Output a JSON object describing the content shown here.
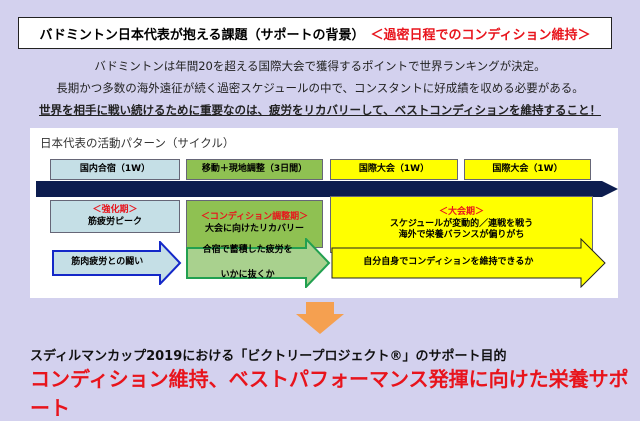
{
  "title": {
    "main": "バドミントン日本代表が抱える課題（サポートの背景）",
    "highlight": "＜過密日程でのコンディション維持＞"
  },
  "intro": [
    "バドミントンは年間20を超える国際大会で獲得するポイントで世界ランキングが決定。",
    "長期かつ多数の海外遠征が続く過密スケジュールの中で、コンスタントに好成績を収める必要がある。"
  ],
  "emphasis": "世界を相手に戦い続けるために重要なのは、疲労をリカバリーして、ベストコンディションを維持すること！",
  "cycle": {
    "title": "日本代表の活動パターン（サイクル）",
    "phases": [
      "国内合宿（1W）",
      "移動＋現地調整（3日間）",
      "国際大会（1W）",
      "国際大会（1W）"
    ],
    "periods": [
      {
        "label": "＜強化期＞",
        "desc": [
          "筋疲労ピーク"
        ]
      },
      {
        "label": "＜コンディション調整期＞",
        "desc": [
          "大会に向けたリカバリー"
        ]
      },
      {
        "label": "＜大会期＞",
        "desc": [
          "スケジュールが変動的／連戦を戦う",
          "海外で栄養バランスが偏りがち"
        ]
      }
    ],
    "challenges": [
      [
        "筋肉疲労との闘い"
      ],
      [
        "合宿で蓄積した疲労を",
        "いかに抜くか"
      ],
      [
        "自分自身でコンディションを維持できるか"
      ]
    ]
  },
  "bottom": {
    "subtitle": "スディルマンカップ2019における「ビクトリープロジェクト®」のサポート目的",
    "headline": "コンディション維持、ベストパフォーマンス発揮に向けた栄養サポート"
  },
  "colors": {
    "accent": "#e8141c",
    "timeline": "#0d1d4f",
    "orange": "#f5a050"
  }
}
